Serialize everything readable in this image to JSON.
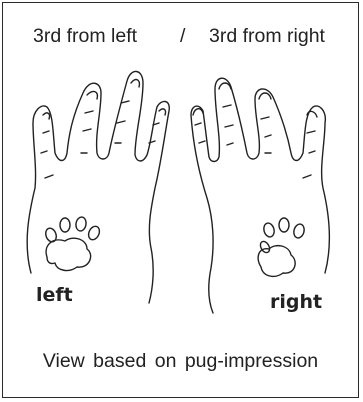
{
  "header": {
    "left_text": "3rd from left",
    "separator": "/",
    "right_text": "3rd from right"
  },
  "hands": {
    "left_label": "left",
    "right_label": "right"
  },
  "footer": {
    "caption": "View based on pug-impression"
  }
}
